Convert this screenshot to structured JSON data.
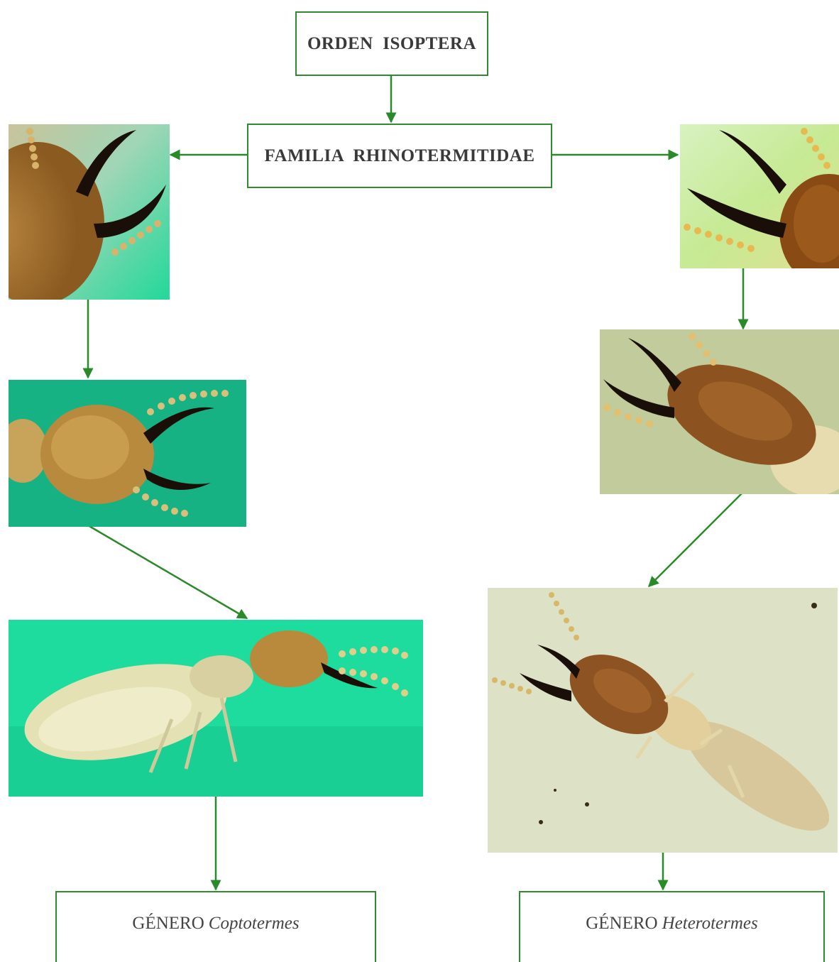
{
  "order_box": {
    "label": "ORDEN  ISOPTERA"
  },
  "family_box": {
    "label": "FAMILIA  RHINOTERMITIDAE"
  },
  "genus_left": {
    "prefix": "GÉNERO",
    "name": "Coptotermes"
  },
  "genus_right": {
    "prefix": "GÉNERO",
    "name": "Heterotermes"
  },
  "colors": {
    "box_border": "#2e8b2e",
    "arrow": "#2a8a2a",
    "text": "#3a3a3a",
    "teal_bg": "#1fcf9a",
    "pale_bg": "#dfe9c8"
  },
  "photos": [
    {
      "id": "coptotermes-head-closeup",
      "subject": "soldier mandibles close-up"
    },
    {
      "id": "coptotermes-head-dorsal",
      "subject": "soldier head dorsal"
    },
    {
      "id": "coptotermes-full-body",
      "subject": "soldier full body"
    },
    {
      "id": "heterotermes-head-closeup",
      "subject": "soldier mandibles close-up"
    },
    {
      "id": "heterotermes-head-dorsal",
      "subject": "soldier head dorsal"
    },
    {
      "id": "heterotermes-full-body",
      "subject": "soldier full body"
    }
  ]
}
